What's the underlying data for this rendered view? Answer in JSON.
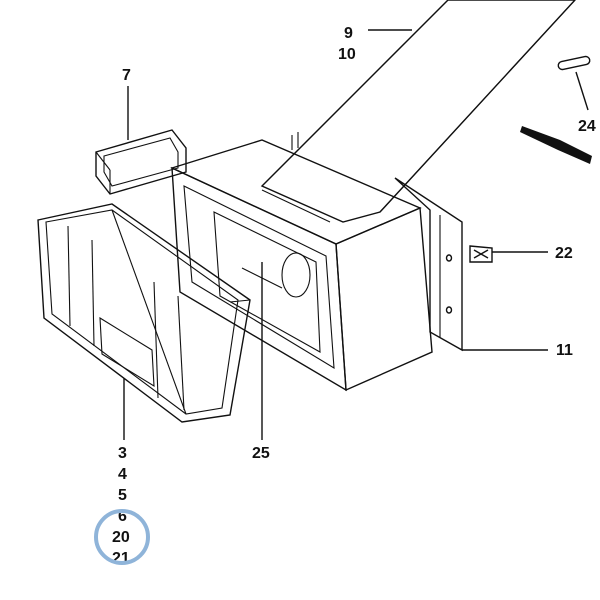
{
  "diagram": {
    "callouts": {
      "c9": "9",
      "c10": "10",
      "c7": "7",
      "c24": "24",
      "c22": "22",
      "c11": "11",
      "c25": "25",
      "c3": "3",
      "c4": "4",
      "c5": "5",
      "c6": "6",
      "c20": "20",
      "c21": "21"
    },
    "highlight": {
      "part": "20",
      "color": "#8fb4d9"
    },
    "colors": {
      "line": "#111111",
      "background": "#ffffff"
    }
  }
}
